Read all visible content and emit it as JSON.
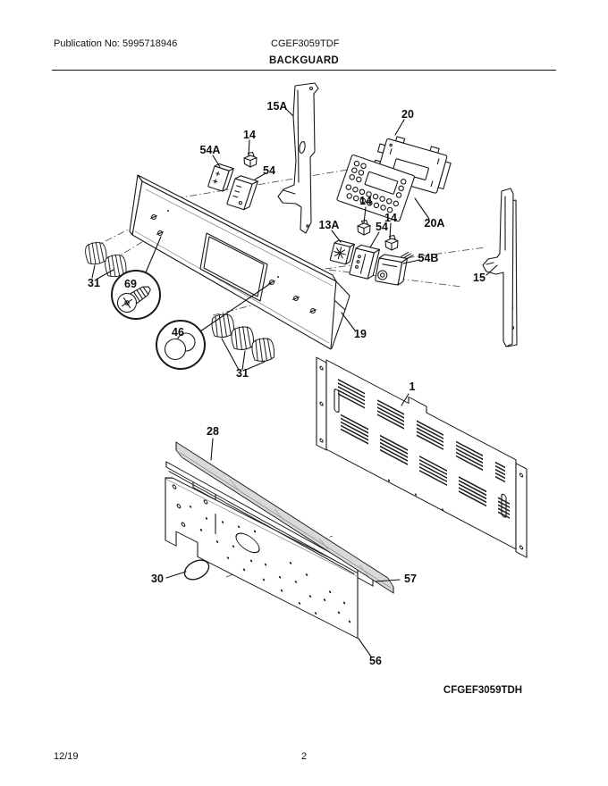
{
  "header": {
    "publication_label": "Publication No: 5995718946",
    "model_number": "CGEF3059TDF",
    "section_title": "BACKGUARD"
  },
  "diagram": {
    "variant_code": "CFGEF3059TDH",
    "callouts": {
      "c1": "1",
      "c13A": "13A",
      "c14": "14",
      "c15": "15",
      "c15A": "15A",
      "c19": "19",
      "c20": "20",
      "c20A": "20A",
      "c28": "28",
      "c30": "30",
      "c31": "31",
      "c46": "46",
      "c54": "54",
      "c54A": "54A",
      "c54B": "54B",
      "c56": "56",
      "c57": "57",
      "c69": "69"
    }
  },
  "footer": {
    "date_code": "12/19",
    "page_number": "2"
  },
  "colors": {
    "ink": "#1a1a1a",
    "trim_fill": "#d9d9d9",
    "paper": "#ffffff"
  }
}
